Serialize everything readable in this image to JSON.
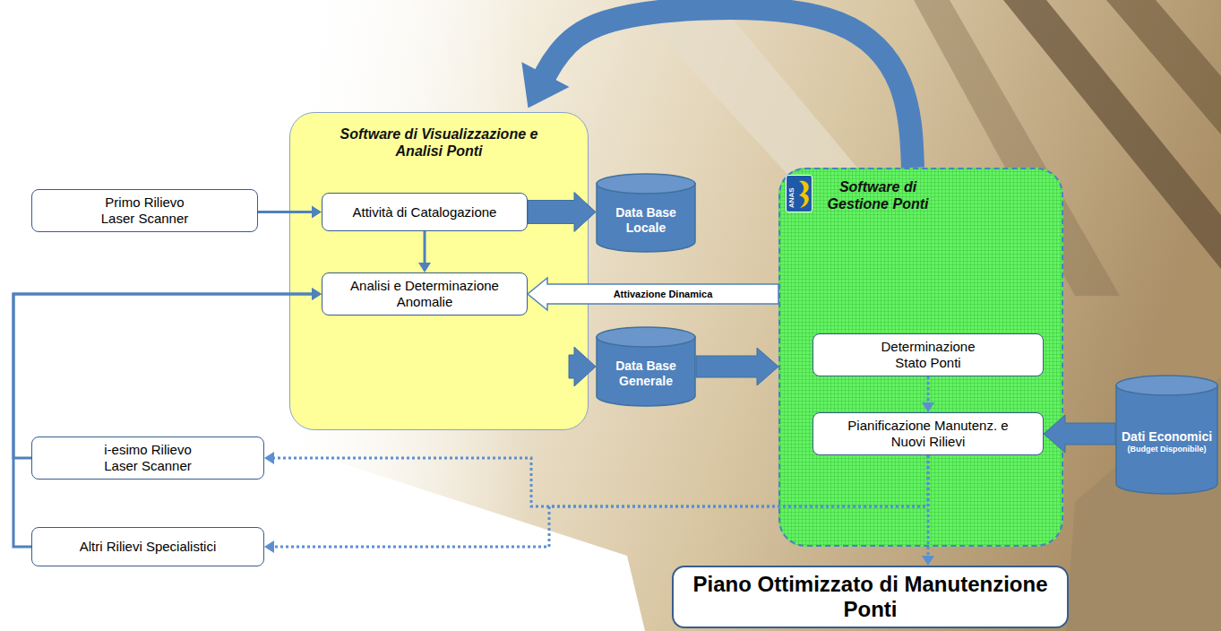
{
  "diagram": {
    "nodes": [
      {
        "text": [
          "Software di Visualizzazione e Analisi Ponti"
        ]
      },
      {
        "text": [
          "Attività di Catalogazione"
        ],
        "in": 0
      },
      {
        "text": [
          "Analisi e Determinazione Anomalie"
        ],
        "in": 0
      },
      {
        "text": [
          "Primo Rilievo Laser Scanner"
        ]
      },
      {
        "text": [
          "Data Base Locale"
        ]
      },
      {
        "text": [
          "Data Base Generale"
        ]
      },
      {
        "text": [
          "Software di Gestione Ponti"
        ]
      },
      {
        "text": [
          "Determinazione Stato Ponti"
        ],
        "in": 6
      },
      {
        "text": [
          "Pianificazione Manutenz. e Nuovi Rilievi"
        ],
        "in": 6
      },
      {
        "text": [
          "Dati Economici",
          "(Budget Disponibile)"
        ]
      },
      {
        "text": [
          "i-esimo Rilievo Laser Scanner"
        ]
      },
      {
        "text": [
          "Altri Rilievi Specialistici"
        ]
      },
      {
        "text": [
          "Piano Ottimizzato di Manutenzione Ponti"
        ]
      }
    ],
    "edges": [
      {
        "from": 3,
        "to": 1,
        "arrow": "to"
      },
      {
        "from": 1,
        "to": 2,
        "arrow": "to"
      },
      {
        "from": 1,
        "to": 4,
        "arrow": "to"
      },
      {
        "from": 0,
        "to": 5,
        "arrow": "to"
      },
      {
        "from": 5,
        "to": 6,
        "arrow": "to"
      },
      {
        "from": 6,
        "to": 2,
        "label": "Attivazione Dinamica",
        "arrow": "to"
      },
      {
        "from": 7,
        "to": 8,
        "arrow": "to"
      },
      {
        "from": 9,
        "to": 8,
        "arrow": "to"
      },
      {
        "from": 8,
        "to": 12,
        "arrow": "to"
      },
      {
        "from": 8,
        "to": 10,
        "arrow": "to"
      },
      {
        "from": 8,
        "to": 11,
        "arrow": "to"
      },
      {
        "from": 6,
        "to": 0,
        "arrow": "to"
      },
      {
        "from": 10,
        "to": 2,
        "arrow": "to"
      },
      {
        "from": 11,
        "to": 2,
        "arrow": "to"
      }
    ],
    "labels": [
      "ANAS"
    ]
  }
}
